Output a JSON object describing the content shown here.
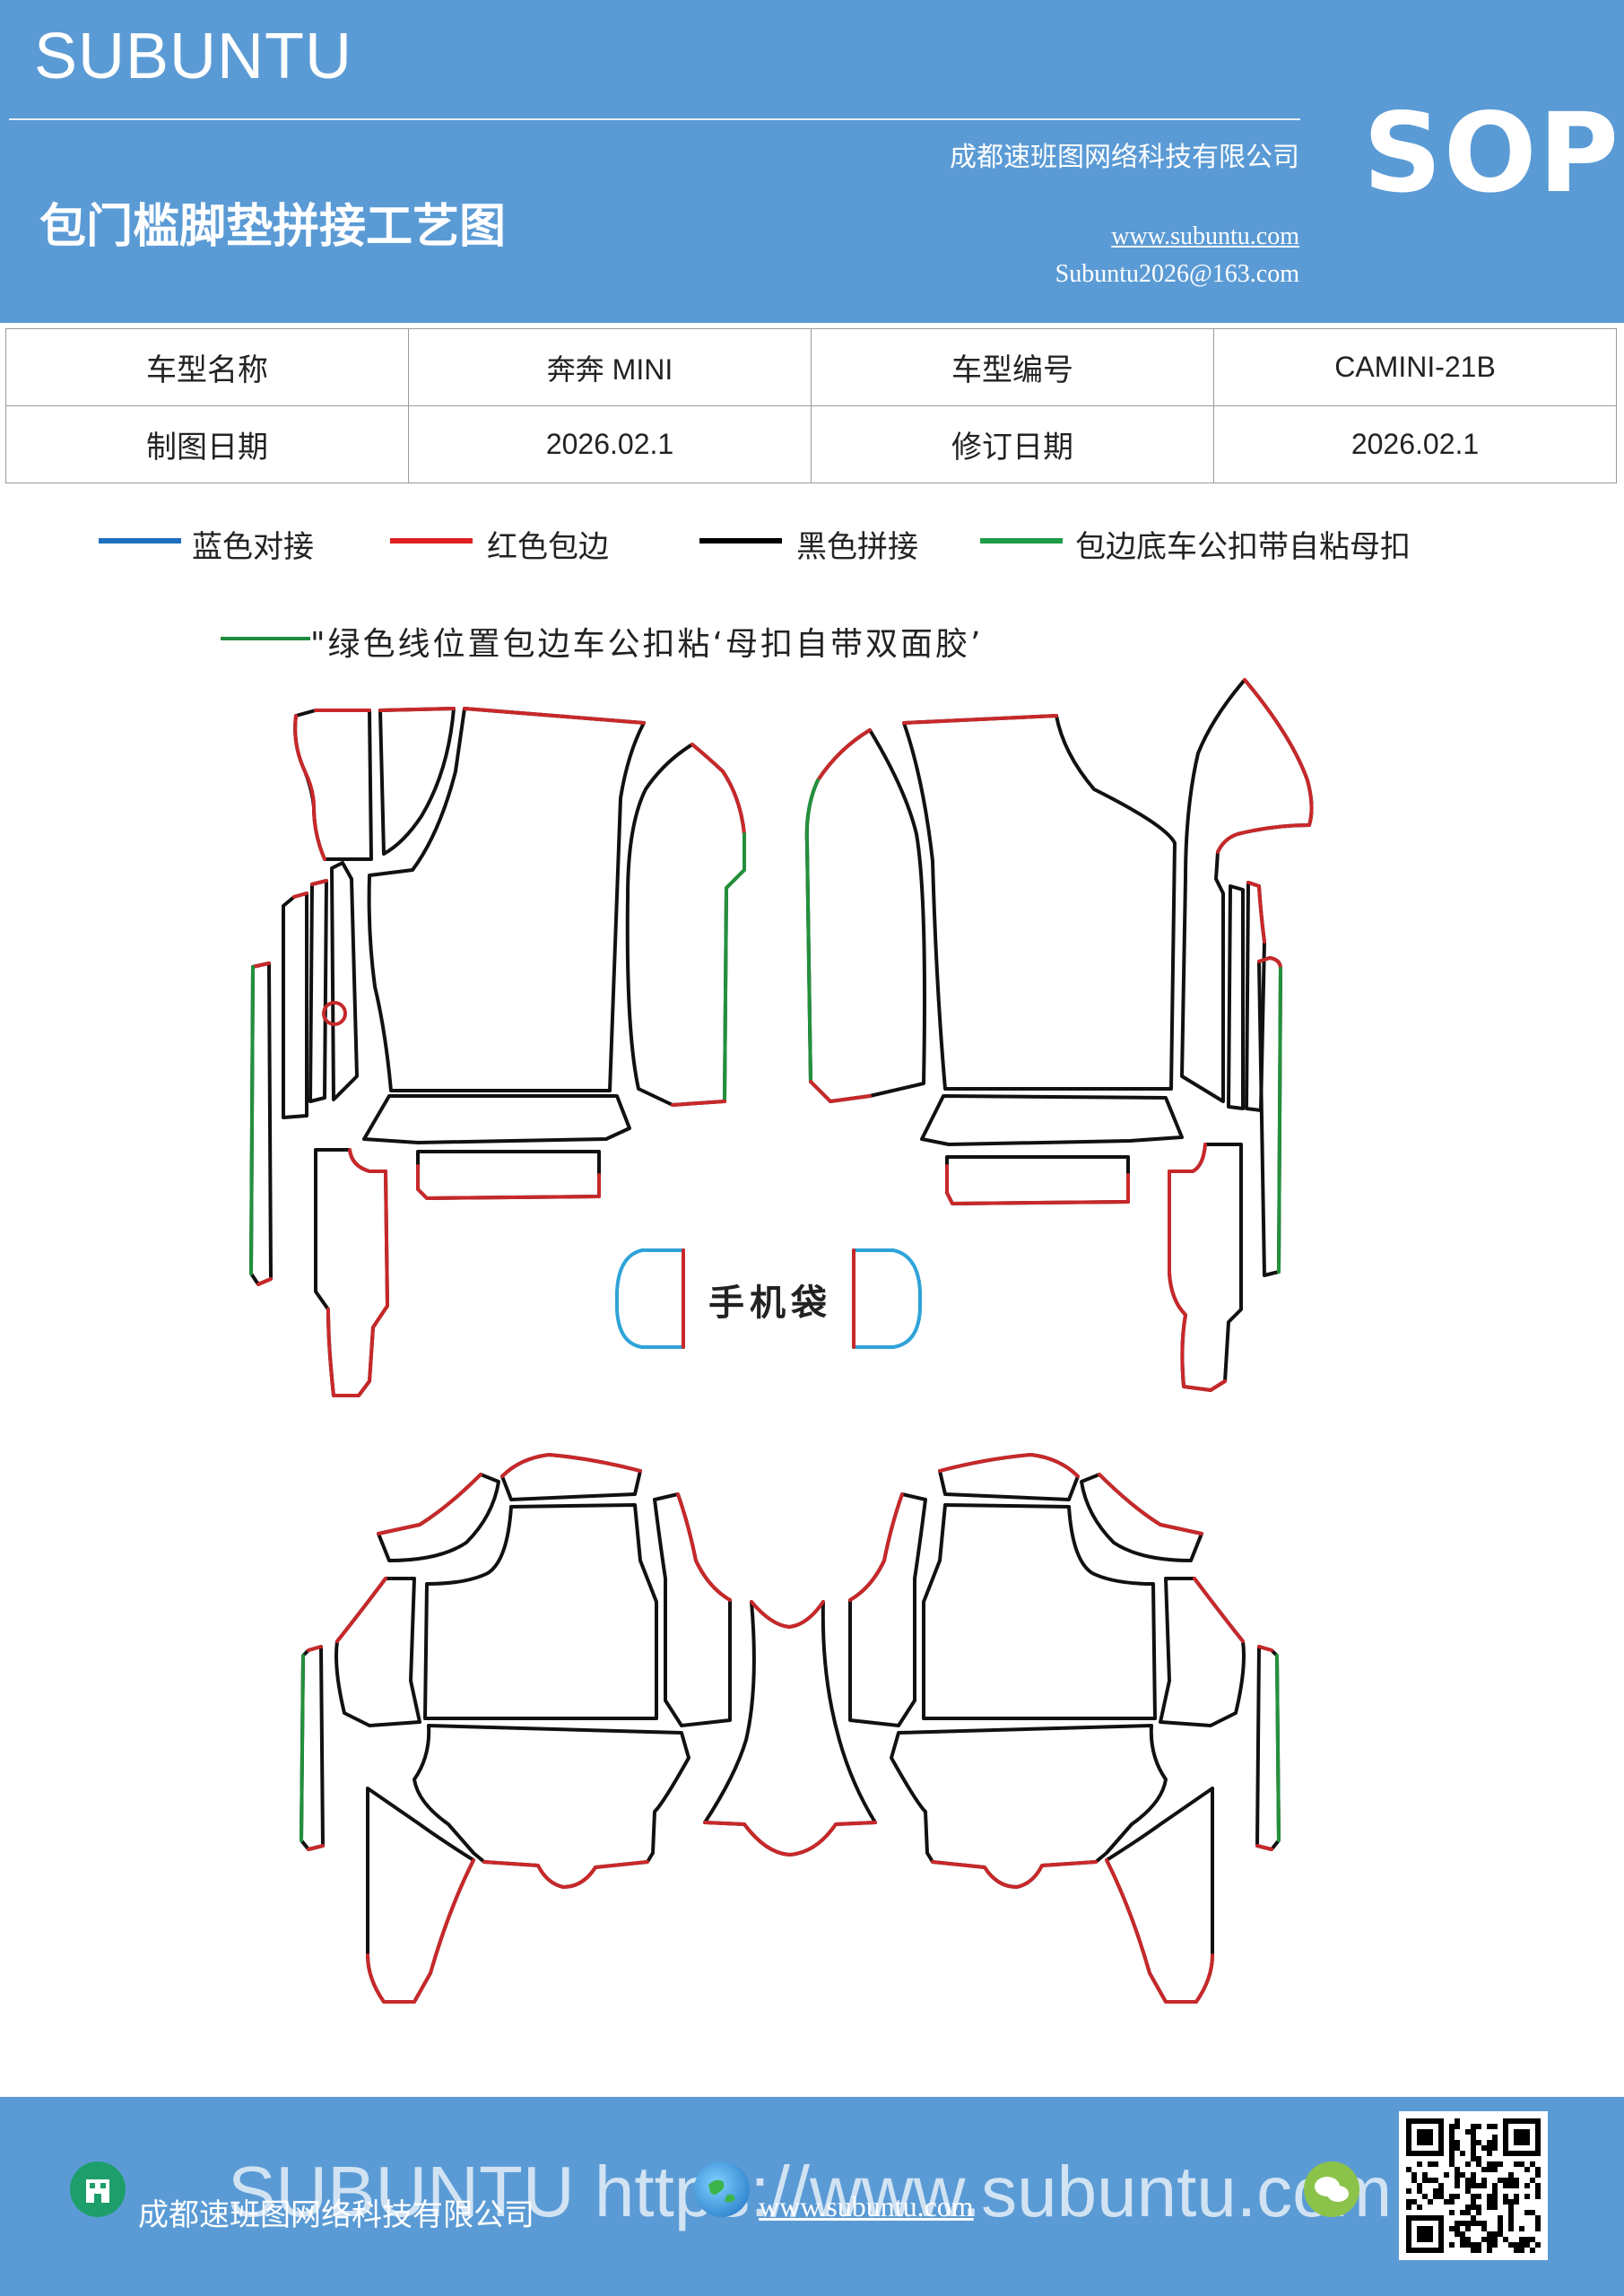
{
  "header": {
    "brand": "SUBUNTU",
    "title": "包门槛脚垫拼接工艺图",
    "company": "成都速班图网络科技有限公司",
    "website": "www.subuntu.com",
    "email": "Subuntu2026@163.com",
    "badge": "SOP",
    "background_color": "#5b9bd5"
  },
  "info_table": {
    "rows": [
      [
        {
          "label": "车型名称"
        },
        {
          "value": "奔奔 MINI"
        },
        {
          "label": "车型编号"
        },
        {
          "value": "CAMINI-21B"
        }
      ],
      [
        {
          "label": "制图日期"
        },
        {
          "value": "2026.02.1"
        },
        {
          "label": "修订日期"
        },
        {
          "value": "2026.02.1"
        }
      ]
    ]
  },
  "legend": {
    "items": [
      {
        "label": "蓝色对接",
        "color": "#1f6fbf"
      },
      {
        "label": "红色包边",
        "color": "#e02020"
      },
      {
        "label": "黑色拼接",
        "color": "#000000"
      },
      {
        "label": "包边底车公扣带自粘母扣",
        "color": "#1e9c46"
      }
    ]
  },
  "note": {
    "text": "\"绿色线位置包边车公扣粘‘母扣自带双面胶’",
    "color": "#1e8c3c"
  },
  "diagram": {
    "stroke_colors": {
      "black": "#111111",
      "red": "#c8282a",
      "green": "#23903c",
      "blue": "#2ea3d8"
    },
    "phone_bag_label": "手机袋"
  },
  "footer": {
    "company": "成都速班图网络科技有限公司",
    "website": "www.subuntu.com",
    "watermark": "SUBUNTU https://www.subuntu.com",
    "icons": [
      "building-icon",
      "globe-icon",
      "wechat-icon",
      "qr-code"
    ]
  }
}
